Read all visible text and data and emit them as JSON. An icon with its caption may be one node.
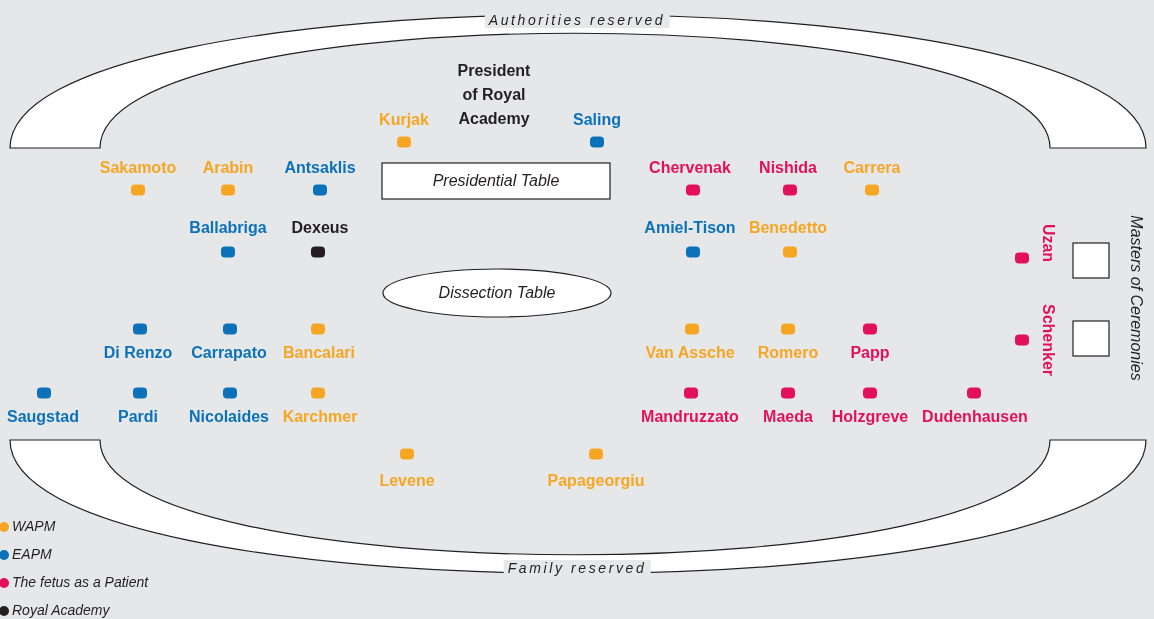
{
  "diagram": {
    "nodes": [
      {
        "text": [
          "Authorities reserved"
        ]
      },
      {
        "text": [
          "Presidential Table"
        ]
      },
      {
        "text": [
          "Dissection Table"
        ]
      },
      {
        "text": [],
        "shape": "box"
      },
      {
        "text": [],
        "shape": "box"
      },
      {
        "text": [
          "Family reserved"
        ]
      }
    ],
    "labels": [
      "President of Royal Academy",
      "Kurjak",
      "Saling",
      "Sakamoto",
      "Arabin",
      "Antsaklis",
      "Chervenak",
      "Nishida",
      "Carrera",
      "Ballabriga",
      "Dexeus",
      "Amiel-Tison",
      "Benedetto",
      "Masters of Ceremonies",
      "Uzan",
      "Schenker",
      "Di Renzo",
      "Carrapato",
      "Bancalari",
      "Van Assche",
      "Romero",
      "Papp",
      "Saugstad",
      "Pardi",
      "Nicolaides",
      "Karchmer",
      "Mandruzzato",
      "Maeda",
      "Holzgreve",
      "Dudenhausen",
      "Levene",
      "Papageorgiu"
    ],
    "legend": [
      {
        "text": "WAPM",
        "color": "#f6a623"
      },
      {
        "text": "EAPM",
        "color": "#0b72ba"
      },
      {
        "text": "The fetus as a Patient",
        "color": "#e2115a"
      },
      {
        "text": "Royal Academy",
        "color": "#231f20"
      }
    ]
  }
}
